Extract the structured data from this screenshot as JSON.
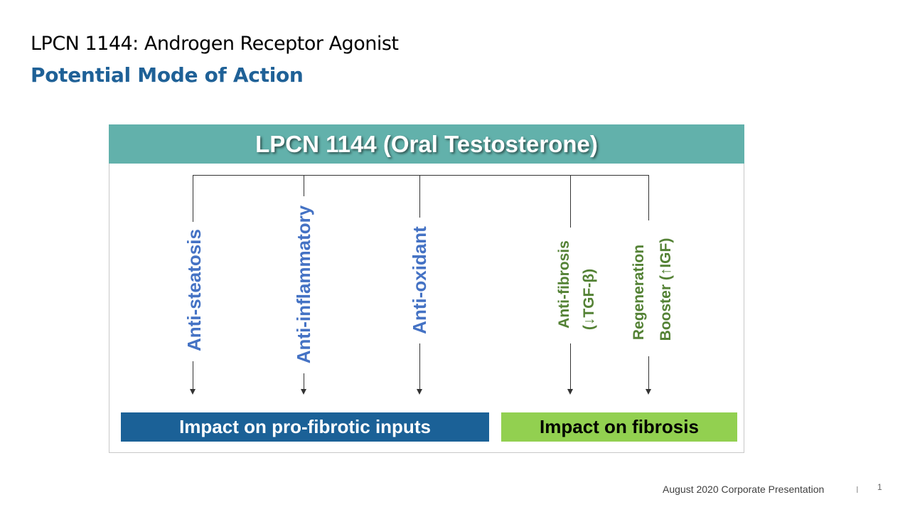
{
  "slide": {
    "title": "LPCN 1144: Androgen Receptor Agonist",
    "subtitle": "Potential Mode of Action"
  },
  "diagram": {
    "header": "LPCN 1144 (Oral Testosterone)",
    "branches": [
      {
        "label": "Anti-steatosis",
        "color": "#4472c4"
      },
      {
        "label": "Anti-inflammatory",
        "color": "#4472c4"
      },
      {
        "label": "Anti-oxidant",
        "color": "#4472c4"
      },
      {
        "label_line1": "Anti-fibrosis",
        "label_line2": "(↓TGF-β)",
        "color": "#548235"
      },
      {
        "label_line1": "Regeneration",
        "label_line2": "Booster (↑IGF)",
        "color": "#548235"
      }
    ],
    "outcomes": [
      {
        "label": "Impact on pro-fibrotic inputs",
        "color": "#1b6197"
      },
      {
        "label": "Impact on fibrosis",
        "color": "#92d050"
      }
    ]
  },
  "footer": {
    "text": "August 2020 Corporate Presentation",
    "separator": "I",
    "page": "1"
  }
}
